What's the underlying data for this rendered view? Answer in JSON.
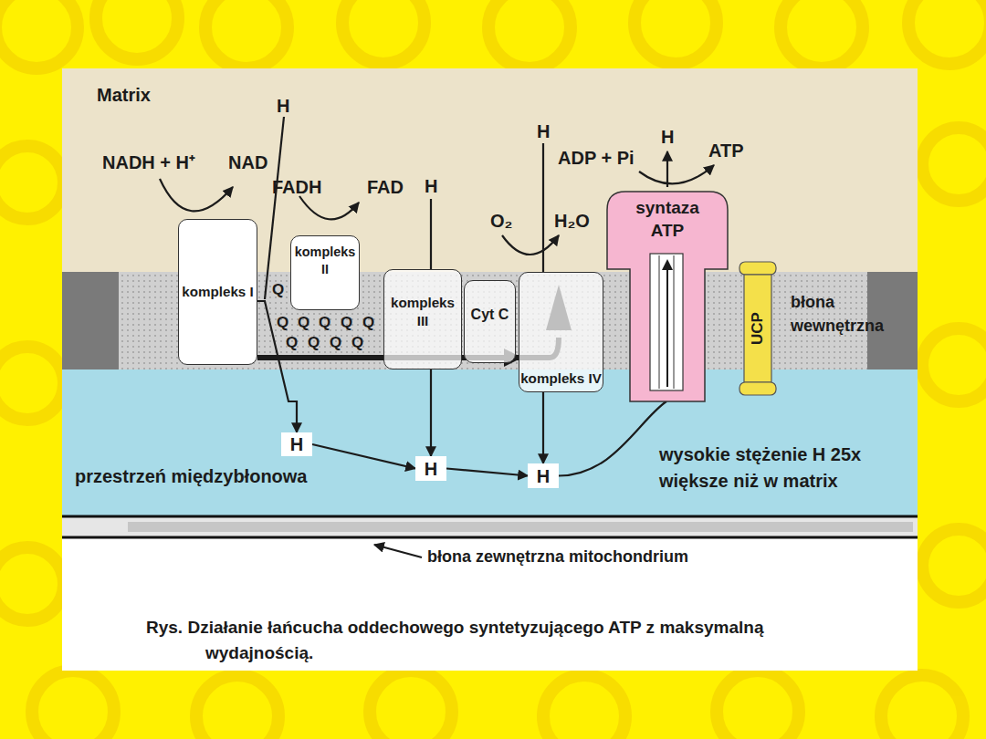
{
  "diagram": {
    "caption": "Rys. Działanie łańcucha oddechowego syntetyzującego ATP z maksymalną wydajnością.",
    "nodes": [
      {
        "text": [
          "kompleks I"
        ]
      },
      {
        "text": [
          "kompleks II"
        ]
      },
      {
        "text": [
          "kompleks III"
        ]
      },
      {
        "text": [
          "Cyt C"
        ]
      },
      {
        "text": [
          "kompleks IV"
        ]
      },
      {
        "text": [
          "syntaza ATP"
        ]
      },
      {
        "text": [
          "UCP"
        ]
      },
      {
        "text": [
          "H"
        ]
      },
      {
        "text": [
          "H"
        ]
      },
      {
        "text": [
          "H"
        ]
      }
    ],
    "edges": [
      {
        "from": 7,
        "to": 8,
        "arrow": "to"
      },
      {
        "from": 8,
        "to": 9,
        "arrow": "to"
      },
      {
        "from": 9,
        "to": 5,
        "arrow": "none"
      },
      {
        "from": 0,
        "to": 7,
        "arrow": "to"
      },
      {
        "from": 2,
        "to": 8,
        "arrow": "to"
      },
      {
        "from": 4,
        "to": 9,
        "arrow": "to"
      },
      {
        "from": 0,
        "to": 4,
        "arrow": "to"
      }
    ],
    "labels": [
      "Matrix",
      "H",
      "NADH + H⁺",
      "NAD",
      "FADH",
      "FAD",
      "H",
      "H",
      "O₂",
      "H₂O",
      "ADP + Pi",
      "H",
      "ATP",
      "Q",
      "Q",
      "Q",
      "Q",
      "Q",
      "Q",
      "Q",
      "Q",
      "Q",
      "Q",
      "błona wewnętrzna",
      "przestrzeń międzybłonowa",
      "wysokie stężenie H 25x większe niż w matrix",
      "błona zewnętrzna mitochondrium"
    ]
  }
}
